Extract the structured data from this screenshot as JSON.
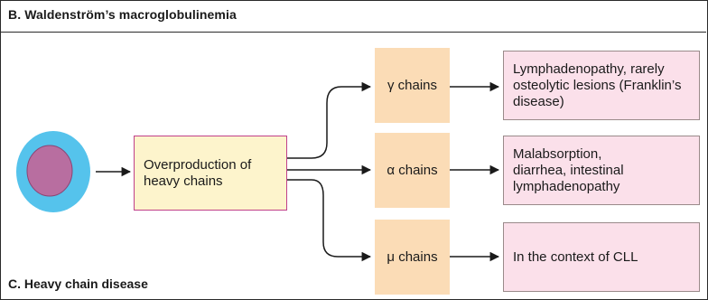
{
  "header": {
    "title": "B. Waldenström’s macroglobulinemia"
  },
  "footer": {
    "title": "C. Heavy chain disease"
  },
  "source": {
    "label": "Overproduction of heavy chains"
  },
  "chains": [
    {
      "label": "γ chains",
      "outcome": "Lymphadenopathy, rarely osteolytic lesions (Franklin’s  disease)"
    },
    {
      "label": "α chains",
      "outcome": "Malabsorption, diarrhea, intestinal lymphadenopathy"
    },
    {
      "label": "μ chains",
      "outcome": "In the context of CLL"
    }
  ],
  "colors": {
    "cell_outer": "#55c3ec",
    "cell_inner": "#b86ea0",
    "source_fill": "#fdf4cc",
    "source_border": "#c0408a",
    "chain_fill": "#fbdcb6",
    "outcome_fill": "#fbe0ea"
  }
}
